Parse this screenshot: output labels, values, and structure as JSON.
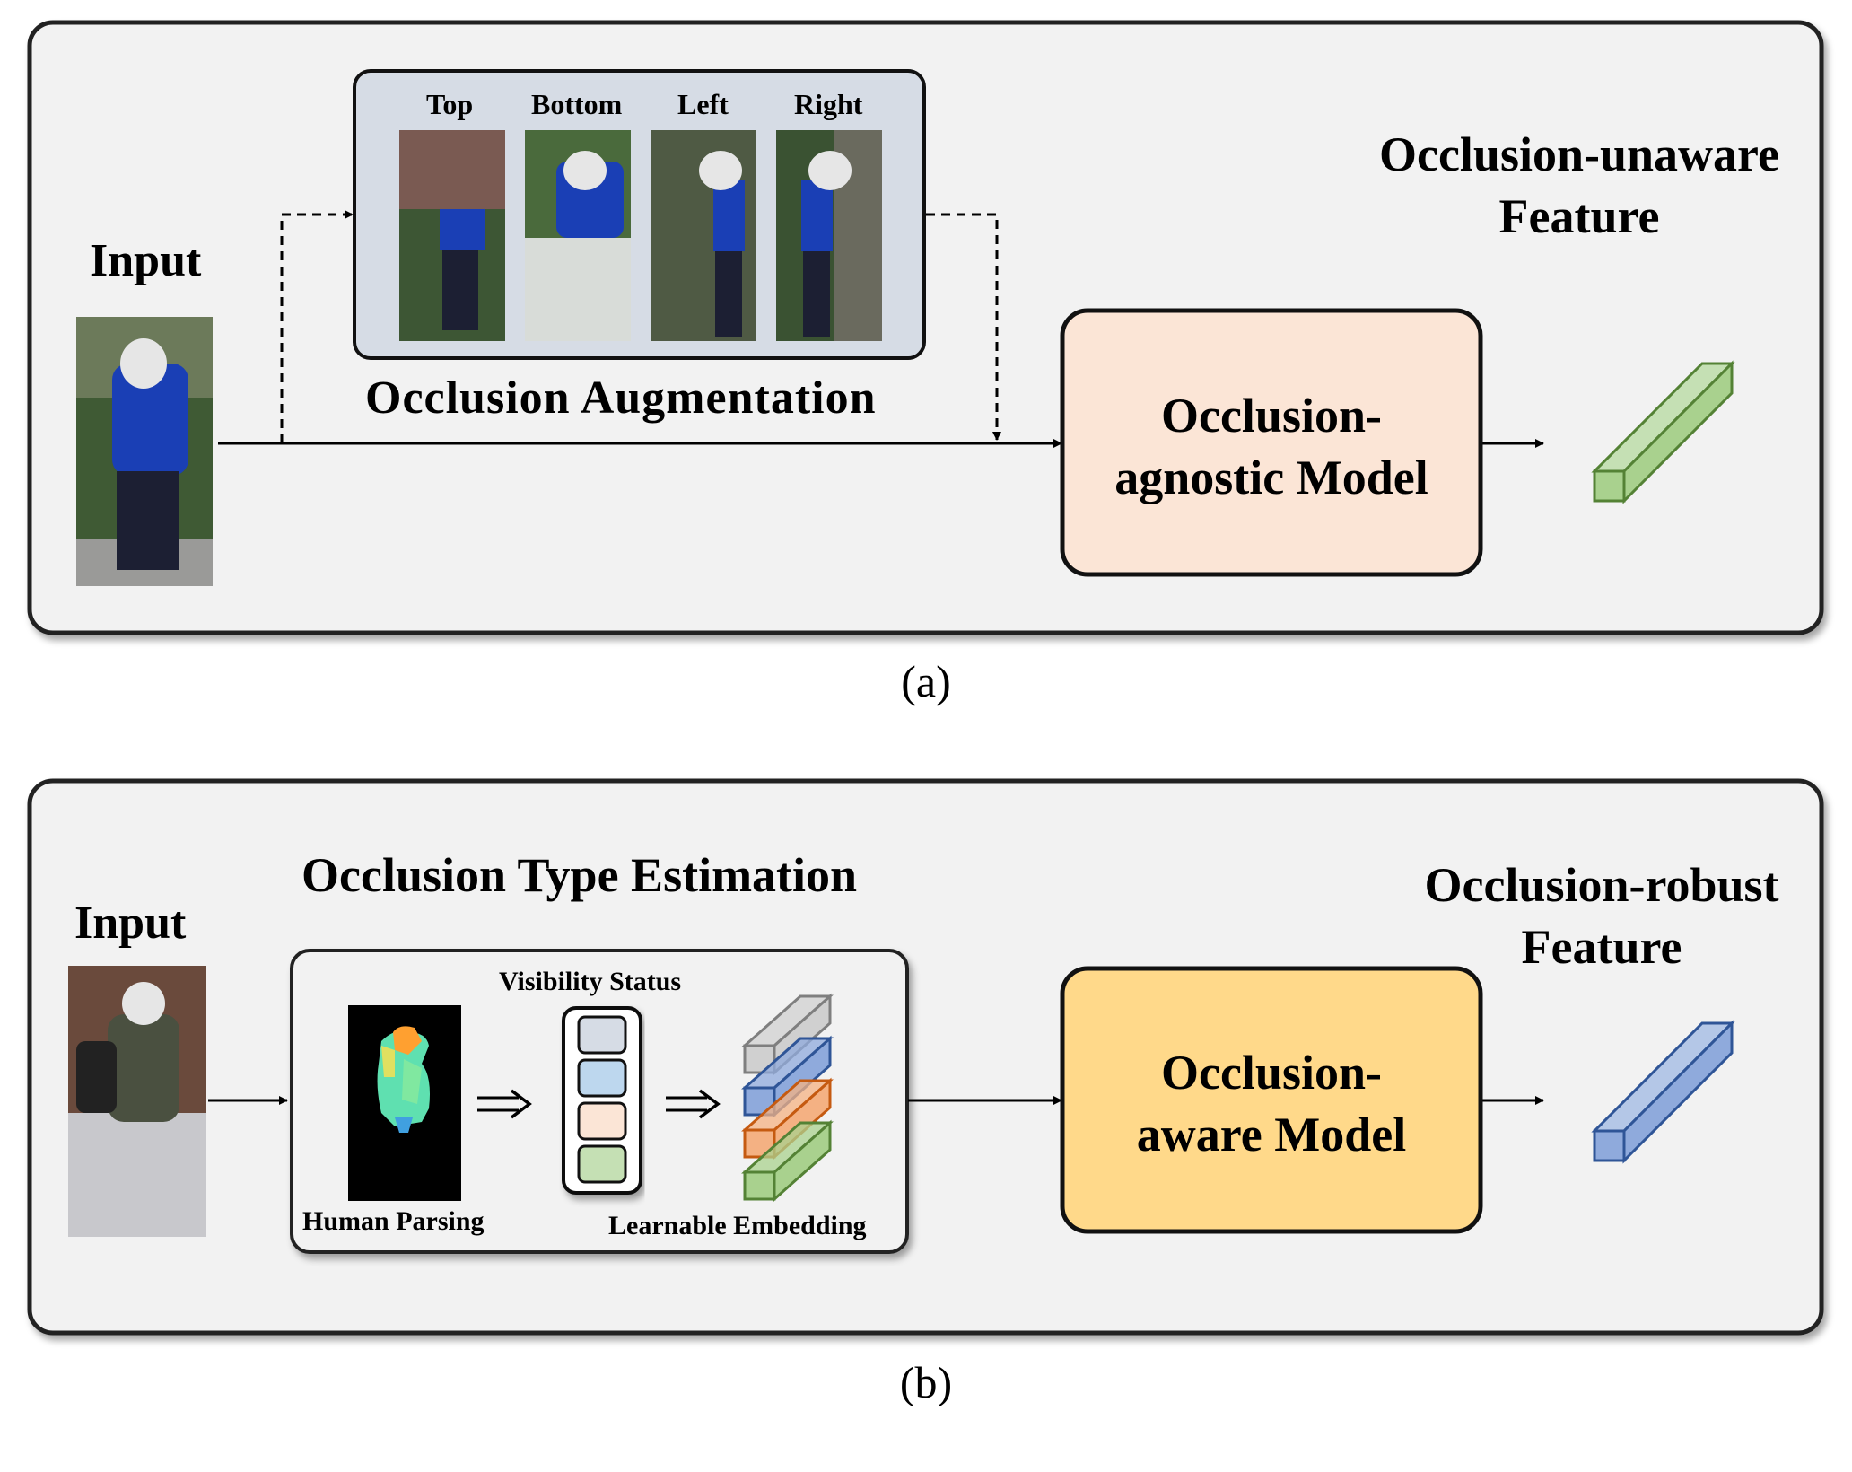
{
  "panel_a": {
    "input_label": "Input",
    "augmentation": {
      "title": "Occlusion Augmentation",
      "variants": [
        "Top",
        "Bottom",
        "Left",
        "Right"
      ]
    },
    "model_label_line1": "Occlusion-",
    "model_label_line2": "agnostic Model",
    "feature_label_line1": "Occlusion-unaware",
    "feature_label_line2": "Feature",
    "caption": "(a)",
    "model_fill": "#fbe5d6",
    "feature_color": "#a9d18e"
  },
  "panel_b": {
    "input_label": "Input",
    "estimation": {
      "title": "Occlusion Type Estimation",
      "parsing_label": "Human Parsing",
      "visibility_label": "Visibility Status",
      "embedding_label": "Learnable Embedding"
    },
    "model_label_line1": "Occlusion-",
    "model_label_line2": "aware Model",
    "feature_label_line1": "Occlusion-robust",
    "feature_label_line2": "Feature",
    "caption": "(b)",
    "model_fill": "#ffd98a",
    "feature_color": "#8faadc",
    "visibility_colors": [
      "#d6dce5",
      "#bdd7ee",
      "#fbe5d6",
      "#c5e0b4"
    ],
    "embedding_colors": [
      "#d0d0d0",
      "#8faadc",
      "#f4b183",
      "#a9d18e"
    ]
  }
}
